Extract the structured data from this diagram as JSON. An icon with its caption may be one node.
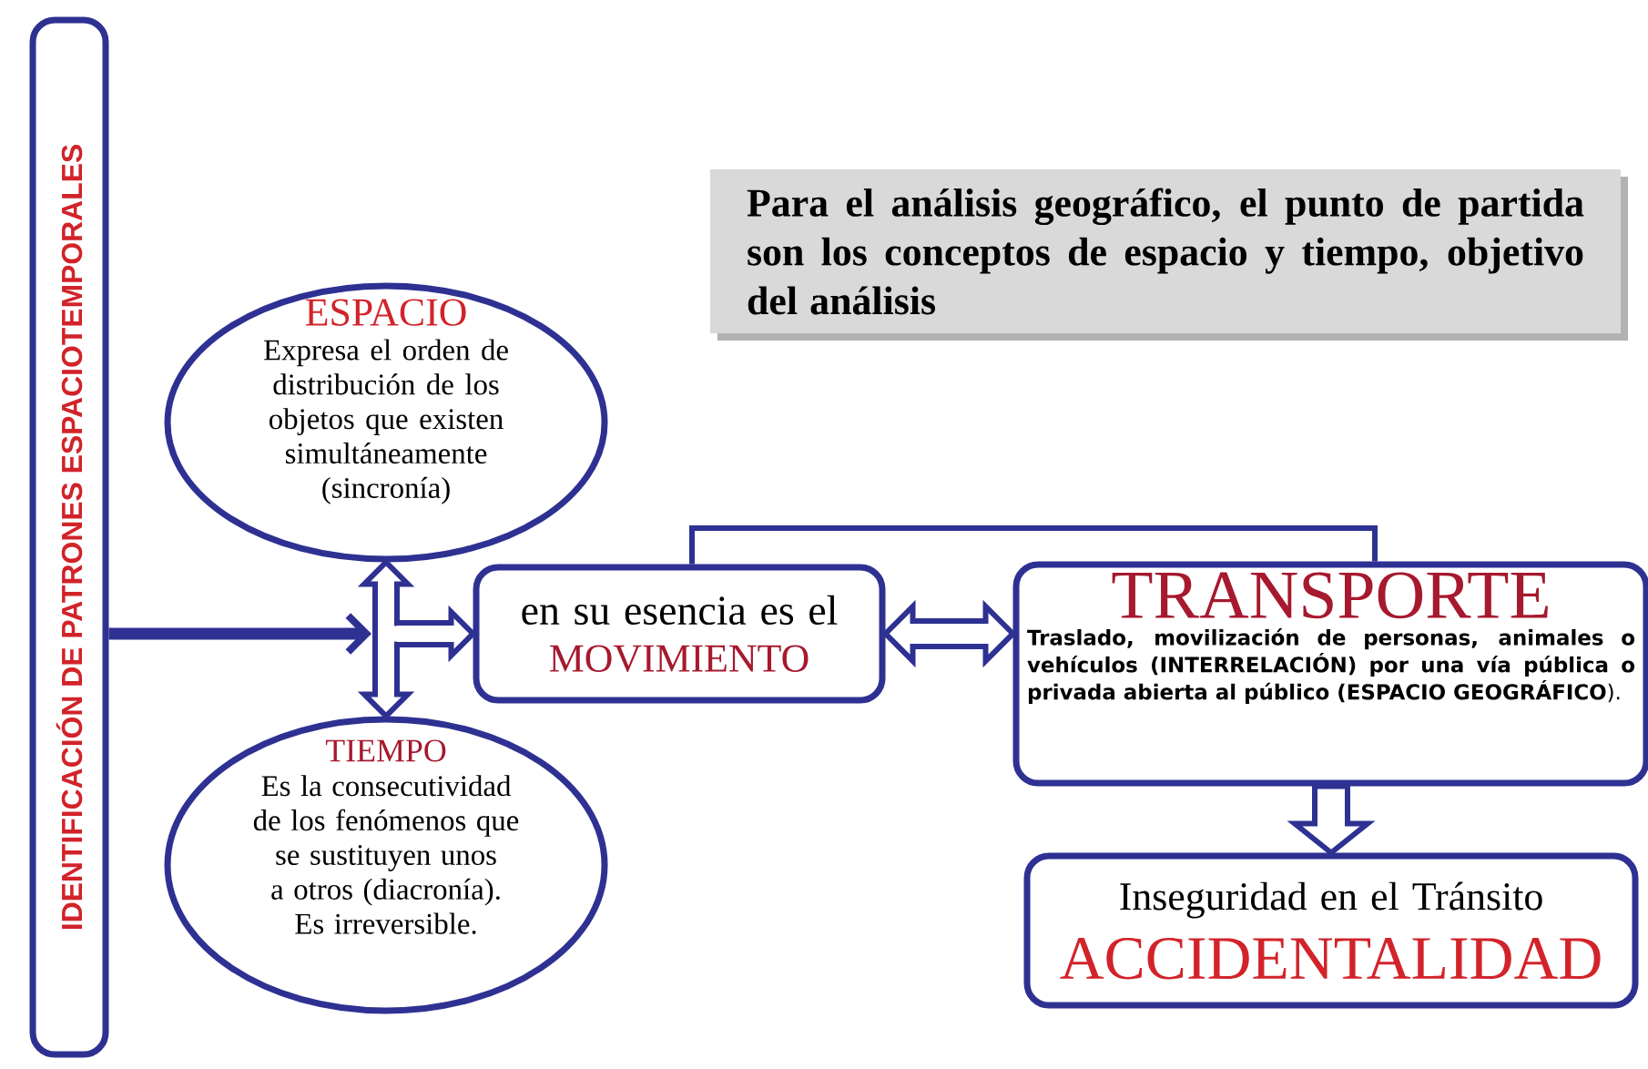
{
  "diagram": {
    "nodes": [
      {
        "text": [
          "IDENTIFICACIÓN DE PATRONES ESPACIOTEMPORALES"
        ]
      },
      {
        "text": [
          "Para el análisis geográfico, el punto de partida son los conceptos de espacio y tiempo, objetivo del análisis"
        ]
      },
      {
        "text": [
          "ESPACIO",
          "Expresa el orden de distribución de los objetos que existen simultáneamente (sincronía)"
        ]
      },
      {
        "text": [
          "TIEMPO",
          "Es la consecutividad de los fenómenos que se sustituyen unos a otros (diacronía). Es irreversible."
        ]
      },
      {
        "text": [
          "en su esencia es el",
          "MOVIMIENTO"
        ]
      },
      {
        "text": [
          "TRANSPORTE",
          "**Traslado, movilización de personas, animales o vehículos (INTERRELACIÓN) por una vía pública o privada abierta al público (ESPACIO GEOGRÁFICO**)."
        ]
      },
      {
        "text": [
          "Inseguridad en el Tránsito",
          "ACCIDENTALIDAD"
        ]
      }
    ],
    "edges": [
      {
        "from": 0,
        "to": null,
        "arrow": "to",
        "style": "thick"
      },
      {
        "from": 2,
        "to": 3,
        "arrow": "both"
      },
      {
        "from": null,
        "to": 4,
        "arrow": "to"
      },
      {
        "from": 4,
        "to": 5,
        "arrow": "both"
      },
      {
        "from": 4,
        "to": 5,
        "arrow": "none"
      },
      {
        "from": 5,
        "to": 6,
        "arrow": "to"
      }
    ]
  }
}
